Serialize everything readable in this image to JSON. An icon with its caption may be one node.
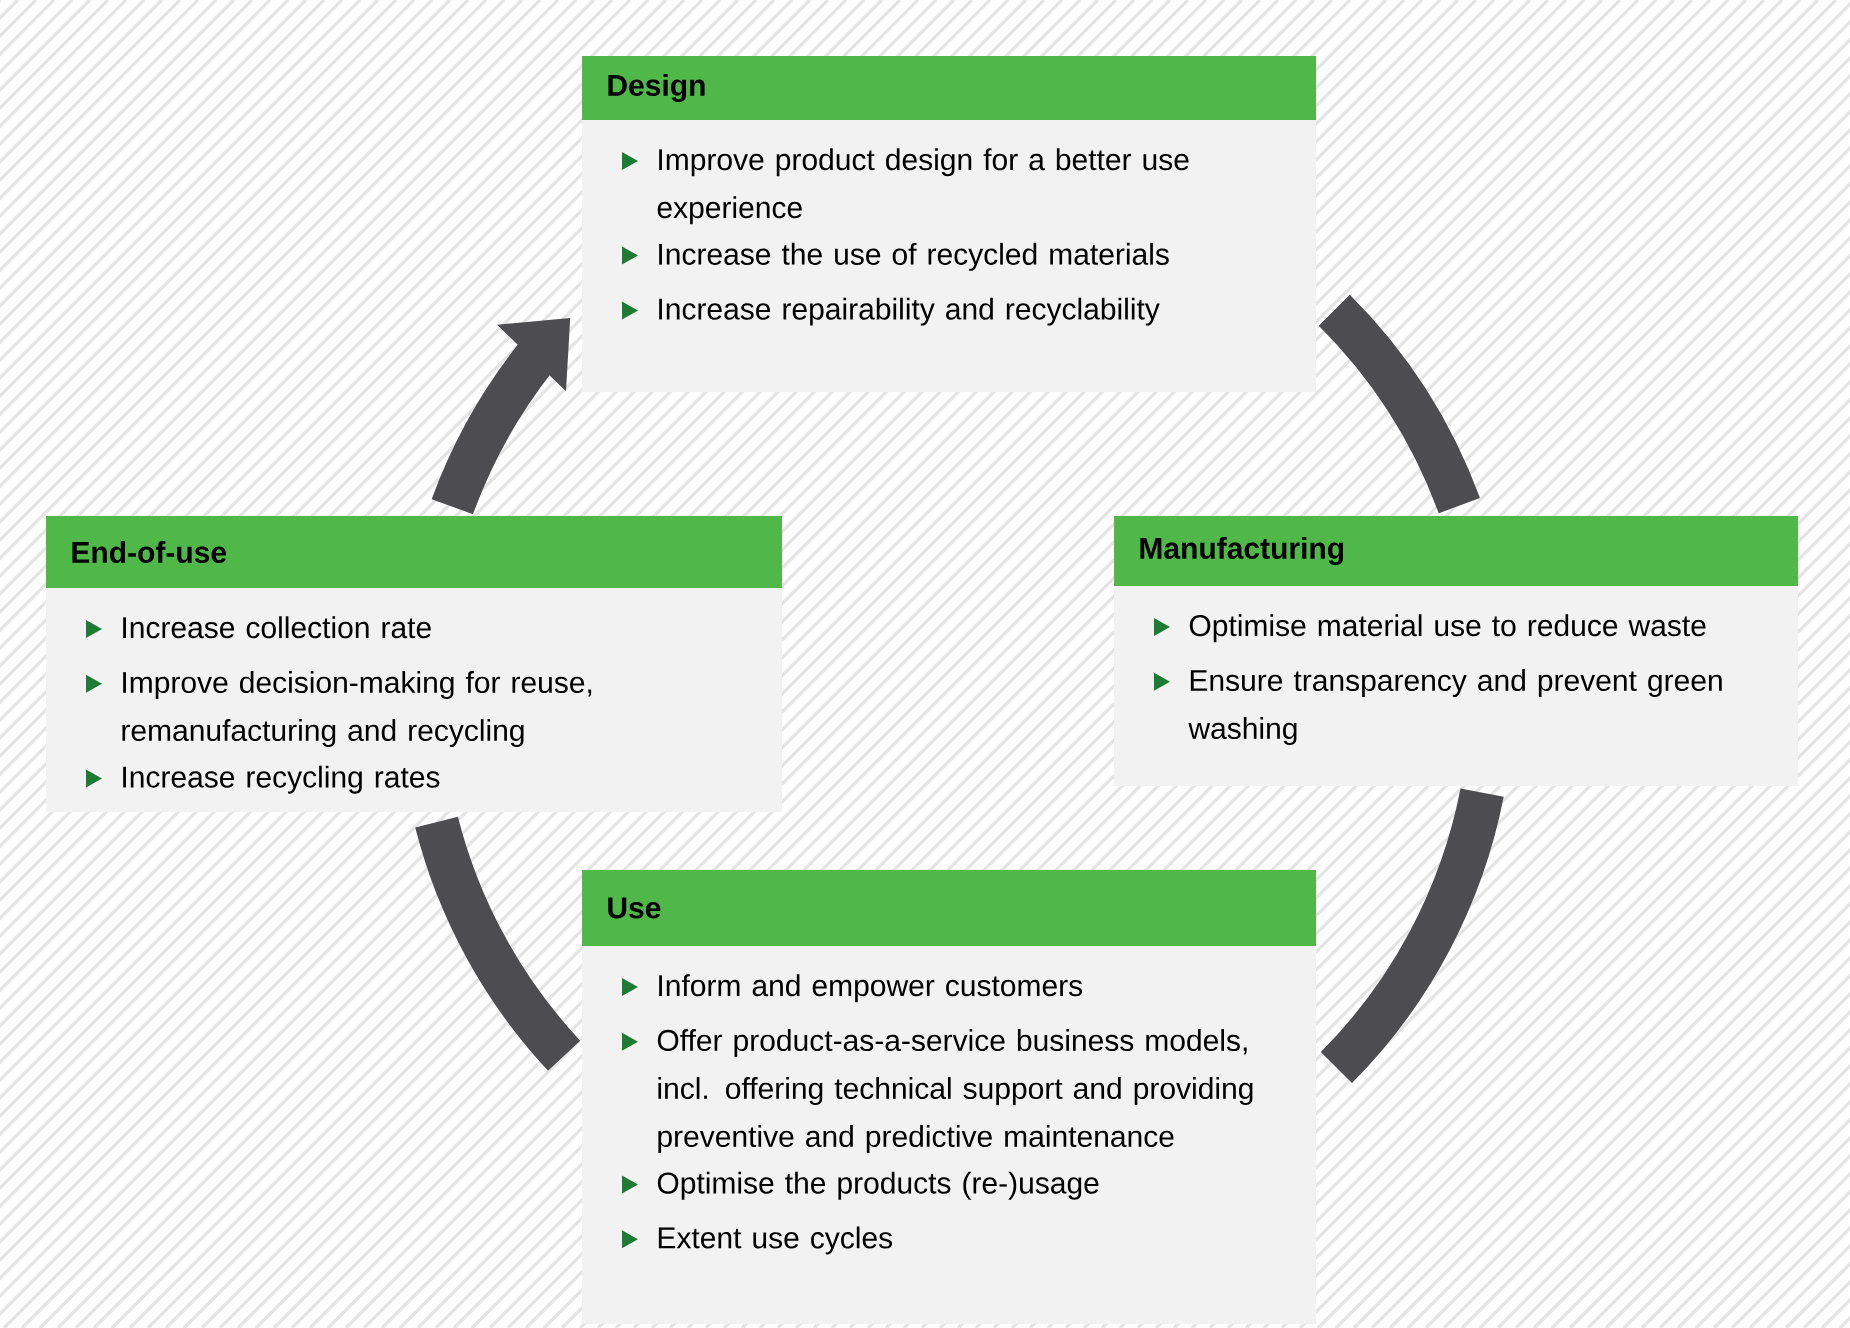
{
  "diagram": {
    "nodes": [
      {
        "text": [
          "Design",
          "Improve product design for a better use experience",
          "Increase the use of recycled materials",
          "Increase repairability and recyclability"
        ]
      },
      {
        "text": [
          "End-of-use",
          "Increase collection rate",
          "Improve decision-making for reuse, remanufacturing and recycling",
          "Increase recycling rates"
        ]
      },
      {
        "text": [
          "Manufacturing",
          "Optimise material use to reduce waste",
          "Ensure transparency and prevent green washing"
        ]
      },
      {
        "text": [
          "Use",
          "Inform and empower customers",
          "Offer product-as-a-service business models, incl. offering technical support and providing preventive and predictive maintenance",
          "Optimise the products (re-)usage",
          "Extent use cycles"
        ]
      }
    ],
    "edges": [
      {
        "from": 0,
        "to": 2,
        "arrow": "none"
      },
      {
        "from": 2,
        "to": 3,
        "arrow": "none"
      },
      {
        "from": 3,
        "to": 1,
        "arrow": "none"
      },
      {
        "from": 1,
        "to": 0,
        "arrow": "to"
      }
    ]
  }
}
